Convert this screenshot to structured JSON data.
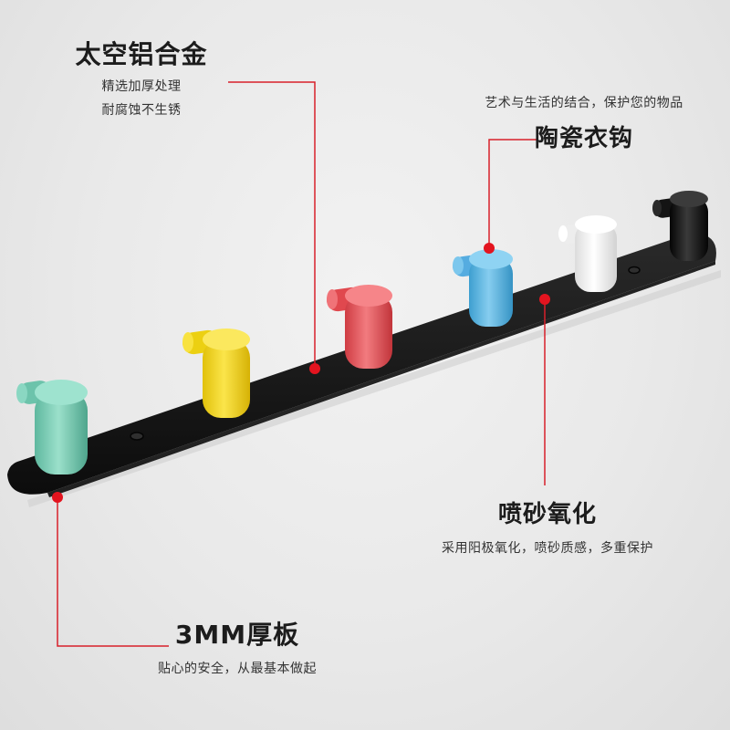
{
  "annotations": {
    "aluminum": {
      "title": "太空铝合金",
      "line1": "精选加厚处理",
      "line2": "耐腐蚀不生锈"
    },
    "ceramic": {
      "caption": "艺术与生活的结合，保护您的物品",
      "title": "陶瓷衣钩"
    },
    "spray": {
      "title": "喷砂氧化",
      "caption": "采用阳极氧化，喷砂质感，多重保护"
    },
    "thickness": {
      "title": "3MM厚板",
      "caption": "贴心的安全，从最基本做起"
    }
  },
  "colors": {
    "background": "#ebebeb",
    "leader_line": "#d8202a",
    "rail": "#151515",
    "hook_green": "#7ccfb8",
    "hook_yellow": "#f4d81c",
    "hook_red": "#e8595e",
    "hook_blue": "#5fb6e0",
    "hook_white": "#f7f7f7",
    "hook_black": "#111111"
  },
  "hooks": [
    "green",
    "yellow",
    "red",
    "blue",
    "white",
    "black"
  ]
}
